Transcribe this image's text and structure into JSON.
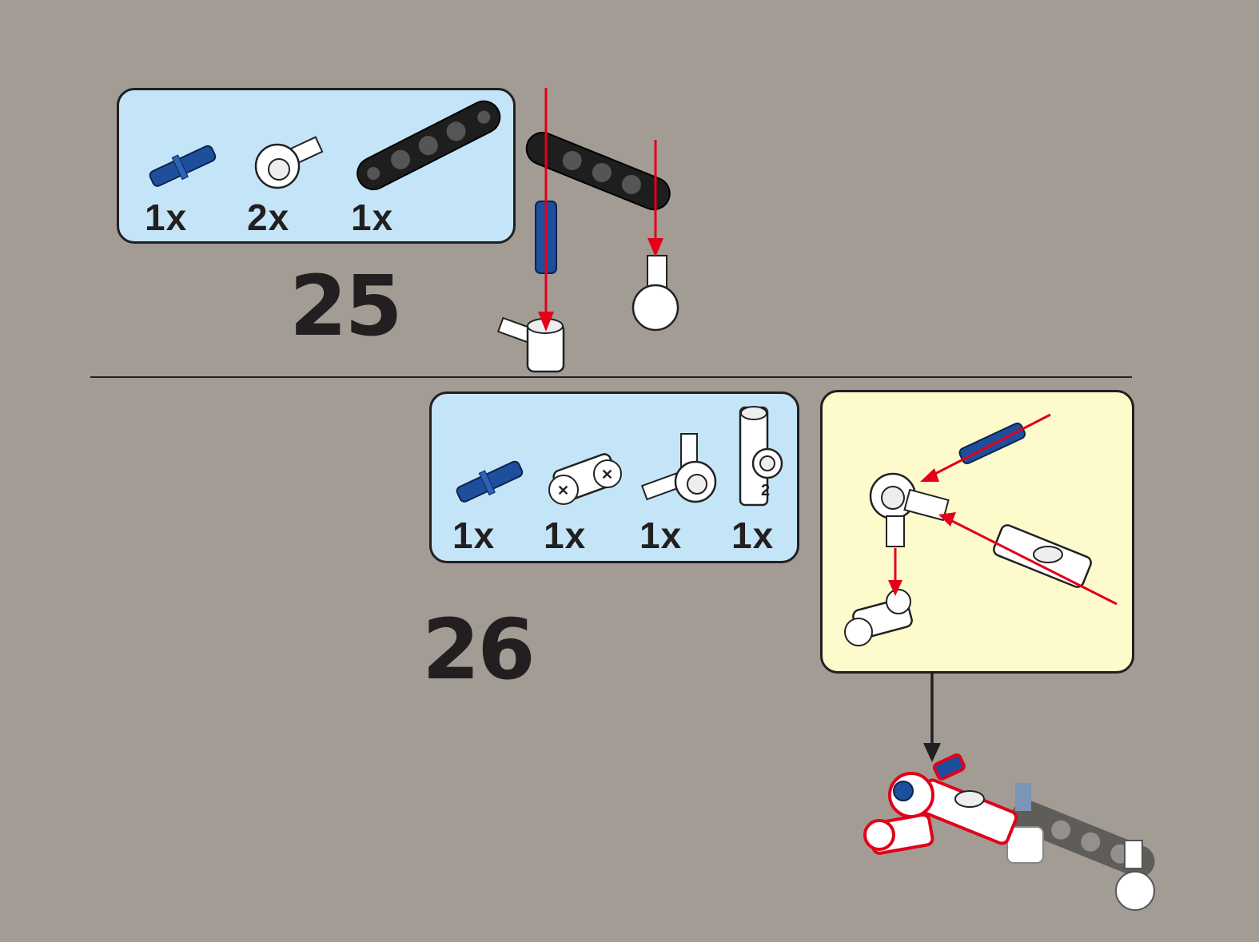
{
  "steps": [
    {
      "number": "25",
      "parts": [
        {
          "name": "blue-friction-pin",
          "quantity": "1x"
        },
        {
          "name": "white-axle-pin-connector",
          "quantity": "2x"
        },
        {
          "name": "black-beam-5",
          "quantity": "1x"
        }
      ]
    },
    {
      "number": "26",
      "parts": [
        {
          "name": "blue-friction-pin",
          "quantity": "1x"
        },
        {
          "name": "white-cross-block",
          "quantity": "1x"
        },
        {
          "name": "white-axle-pin-connector",
          "quantity": "1x"
        },
        {
          "name": "white-connector-2",
          "quantity": "1x",
          "label": "2"
        }
      ]
    }
  ],
  "colors": {
    "background": "#a29c95",
    "parts_panel": "#c4e5f7",
    "subassembly_panel": "#fdfbcc",
    "arrow": "#e2001a",
    "blue_part": "#1d4f9c",
    "black_part": "#1e1e1e"
  }
}
